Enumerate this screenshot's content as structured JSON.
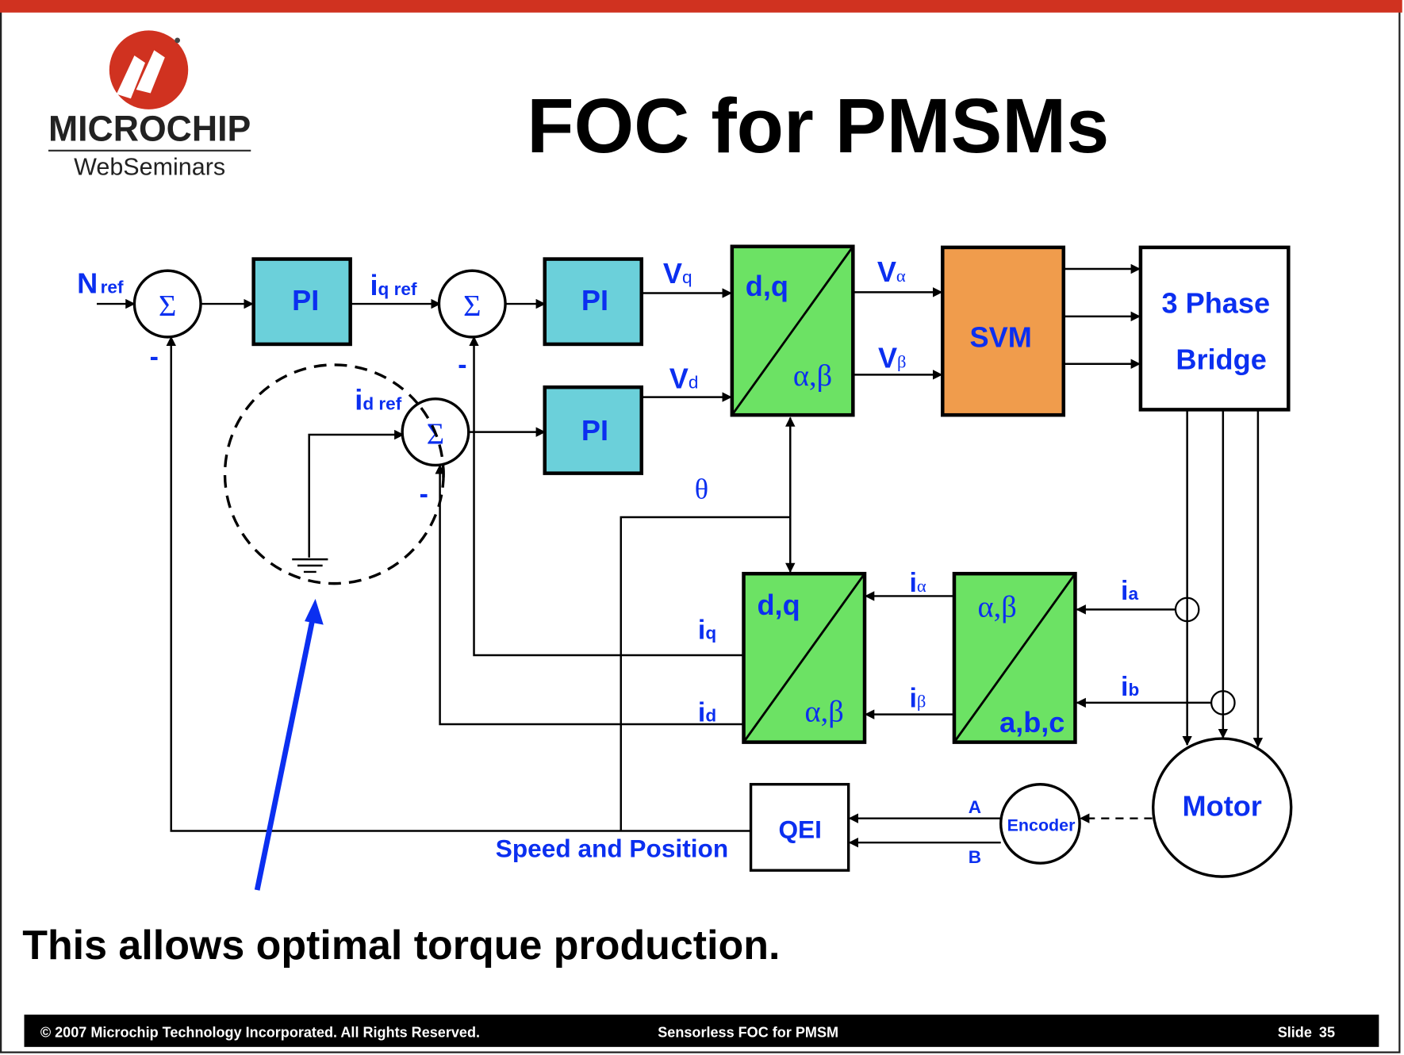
{
  "slide": {
    "title": "FOC for PMSMs",
    "logo": {
      "brand": "MICROCHIP",
      "sub": "WebSeminars",
      "icon": "microchip-logo-icon"
    },
    "caption": "This allows optimal torque production.",
    "footer": {
      "copyright": "© 2007 Microchip Technology Incorporated. All Rights Reserved.",
      "course": "Sensorless FOC for PMSM",
      "slide_label": "Slide",
      "slide_number": "35"
    },
    "colors": {
      "top_bar": "#d03220",
      "pi_block": "#6bd0da",
      "transform_block": "#6ce264",
      "svm_block": "#f09c4c",
      "label_blue": "#0b2ff0"
    }
  },
  "diagram": {
    "blocks": {
      "pi_speed": "PI",
      "pi_q": "PI",
      "pi_d": "PI",
      "park_top": "d,q",
      "park_bottom": "α,β",
      "svm": "SVM",
      "bridge_line1": "3 Phase",
      "bridge_line2": "Bridge",
      "ipark_top": "d,q",
      "ipark_bottom": "α,β",
      "clarke_top": "α,β",
      "clarke_bottom": "a,b,c",
      "qei": "QEI",
      "encoder": "Encoder",
      "motor": "Motor"
    },
    "sum_symbol": "Σ",
    "minus": "-",
    "labels": {
      "n_ref_main": "N",
      "n_ref_sub": "ref",
      "iq_ref_main": "i",
      "iq_ref_sub": "q ref",
      "id_ref_main": "i",
      "id_ref_sub": "d ref",
      "vq_main": "V",
      "vq_sub": "q",
      "vd_main": "V",
      "vd_sub": "d",
      "valpha_main": "V",
      "valpha_sub": "α",
      "vbeta_main": "V",
      "vbeta_sub": "β",
      "theta": "θ",
      "ialpha_main": "i",
      "ialpha_sub": "α",
      "ibeta_main": "i",
      "ibeta_sub": "β",
      "ia_main": "i",
      "ia_sub": "a",
      "ib_main": "i",
      "ib_sub": "b",
      "iq_main": "i",
      "iq_sub": "q",
      "id_main": "i",
      "id_sub": "d",
      "enc_a": "A",
      "enc_b": "B",
      "speed_position": "Speed and Position"
    }
  }
}
